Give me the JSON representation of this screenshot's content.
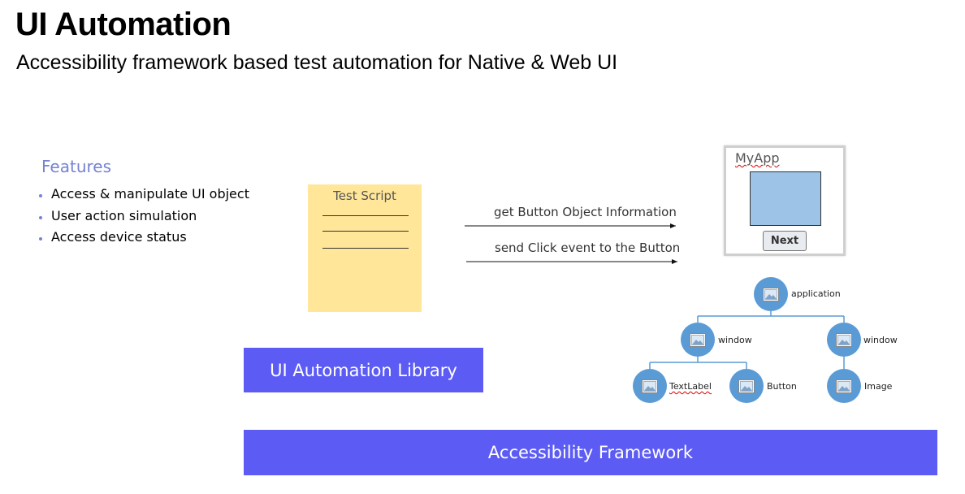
{
  "header": {
    "title": "UI Automation",
    "subtitle": "Accessibility framework based test automation for Native & Web UI"
  },
  "features": {
    "heading": "Features",
    "items": [
      "Access & manipulate UI object",
      "User action simulation",
      "Access device status"
    ]
  },
  "test_script": {
    "title": "Test Script"
  },
  "arrows": {
    "get_info": "get Button Object Information",
    "send_click": "send Click event to the Button"
  },
  "library": {
    "label": "UI Automation Library"
  },
  "framework": {
    "label": "Accessibility Framework"
  },
  "myapp": {
    "title": "MyApp",
    "button_label": "Next"
  },
  "tree": {
    "root": "application",
    "window_left": "window",
    "window_right": "window",
    "text_label": "TextLabel",
    "button": "Button",
    "image": "Image"
  },
  "colors": {
    "accent_blue": "#5c5cf5",
    "features_heading": "#7583d3",
    "note_yellow": "#ffe699",
    "node_blue": "#5b9bd5",
    "view_blue": "#9dc3e6",
    "connector_blue": "#5b9bd5"
  }
}
